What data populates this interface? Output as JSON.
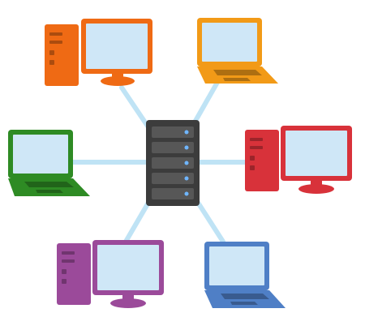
{
  "diagram": {
    "type": "star-network",
    "hub": {
      "icon": "server-rack-icon",
      "color": "#3c3c3c",
      "slot_count": 5
    },
    "link_color": "#bfe3f5",
    "screen_color": "#cfe7f7",
    "nodes": [
      {
        "id": "node-top-left",
        "icon": "desktop-computer-icon",
        "color": "#ef6a14"
      },
      {
        "id": "node-top-right",
        "icon": "laptop-icon",
        "color": "#f29a17"
      },
      {
        "id": "node-middle-left",
        "icon": "laptop-icon",
        "color": "#2e8b24"
      },
      {
        "id": "node-middle-right",
        "icon": "desktop-computer-icon",
        "color": "#d8323a"
      },
      {
        "id": "node-bottom-left",
        "icon": "desktop-computer-icon",
        "color": "#9b4a9a"
      },
      {
        "id": "node-bottom-right",
        "icon": "laptop-icon",
        "color": "#4f7fc6"
      }
    ]
  }
}
